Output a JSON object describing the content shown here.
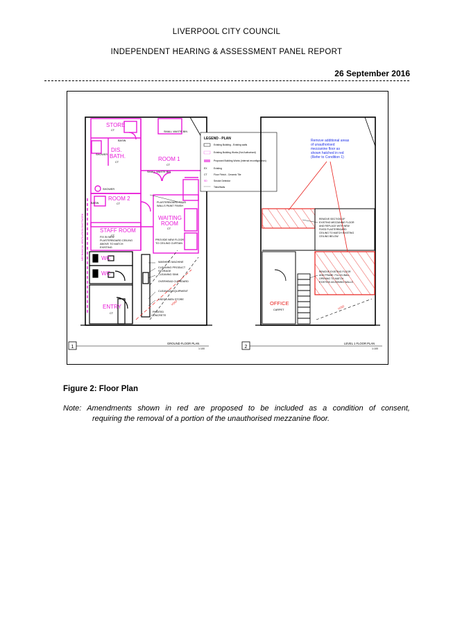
{
  "header": {
    "organisation": "LIVERPOOL CITY COUNCIL",
    "report_title": "INDEPENDENT HEARING & ASSESSMENT PANEL REPORT",
    "date": "26 September 2016"
  },
  "figure": {
    "caption": "Figure 2: Floor Plan",
    "note_line1": "Note: Amendments shown in red are proposed to be included as a condition of consent,",
    "note_line2": "requiring the removal of a portion of the unauthorised mezzanine floor."
  },
  "ground_floor_plan": {
    "title": "GROUND FLOOR PLAN",
    "scale": "1:100",
    "number": "1",
    "rooms": {
      "store": "STORE",
      "dis_bath": "DIS.",
      "dis_bath2": "BATH.",
      "room1": "ROOM 1",
      "room2": "ROOM 2",
      "staff_room": "STAFF ROOM",
      "waiting_room": "WAITING",
      "waiting_room2": "ROOM",
      "wc1": "WC",
      "wc2": "WC",
      "entry": "ENTRY"
    },
    "labels": {
      "ct": "CT",
      "basin": "BASIN",
      "shower": "SHOWER",
      "small_waste_bin": "SMALL WASTE BIN",
      "washing_machine": "WASHING MACHINE",
      "cleaning_product_storage": "CLEANING PRODUCT",
      "storage": "STORAGE",
      "cleaning_sink": "CLEANING SINK",
      "overhead_cupboard": "OVERHEAD CUPBOARD",
      "cleaning_equipment": "CLEANING EQUIPMENT",
      "used_linen_store": "USED LINEN STORE",
      "painted_concrete": "PAINTED",
      "painted_concrete2": "CONCRETE",
      "plasterboard": "PLASTERBOARD STUD",
      "plasterboard2": "WALLS PAINT FINISH",
      "new_floor": "PROVIDE NEW FLOOR",
      "new_floor2": "TO CEILING CURTAIN",
      "fix_ceiling": "FIX IN NEW",
      "fix_ceiling2": "PLASTERBOARD CEILING",
      "fix_ceiling3": "ABOVE TO MATCH",
      "fix_ceiling4": "EXISTING",
      "void": "VOID",
      "mech_vent": "MECHANICAL VENTILATION DUCTWORK"
    }
  },
  "legend": {
    "title": "LEGEND - PLAN",
    "items": [
      "Existing Building - Existing walls",
      "Existing Building Works (Not Authorised)",
      "Proposed Building Works (internal reconfiguration)",
      "Existing",
      "Floor Finish - Ceramic Tile",
      "Smoke Detector",
      "Tiles/Walls"
    ]
  },
  "level1_plan": {
    "title": "LEVEL 1 FLOOR PLAN",
    "scale": "1:100",
    "number": "2",
    "office": "OFFICE",
    "carpet": "CARPET",
    "void": "VOID",
    "annotation_blue": [
      "Remove additional areas",
      "of unauthorised",
      "mezzanine floor as",
      "shown hatched in red",
      "(Refer to Condition 1)"
    ],
    "note_remove_section": [
      "REMOVE SECTION OF",
      "EXISTING MEZZANINE FLOOR",
      "AND REPLACE WITH NEW",
      "FIXED PLASTERBOARD",
      "CEILING TO MATCH EXISTING",
      "CEILING BELOW"
    ],
    "note_remove_floor": [
      "REMOVE EXISTING FLOOR",
      "AND FRAME. FILL IN WALL",
      "OPENING TO MATCH",
      "EXISTING ADJOINING WALLS"
    ]
  },
  "colors": {
    "magenta": "#e81ad8",
    "red": "#e8201c",
    "blue": "#1c2ee8"
  }
}
